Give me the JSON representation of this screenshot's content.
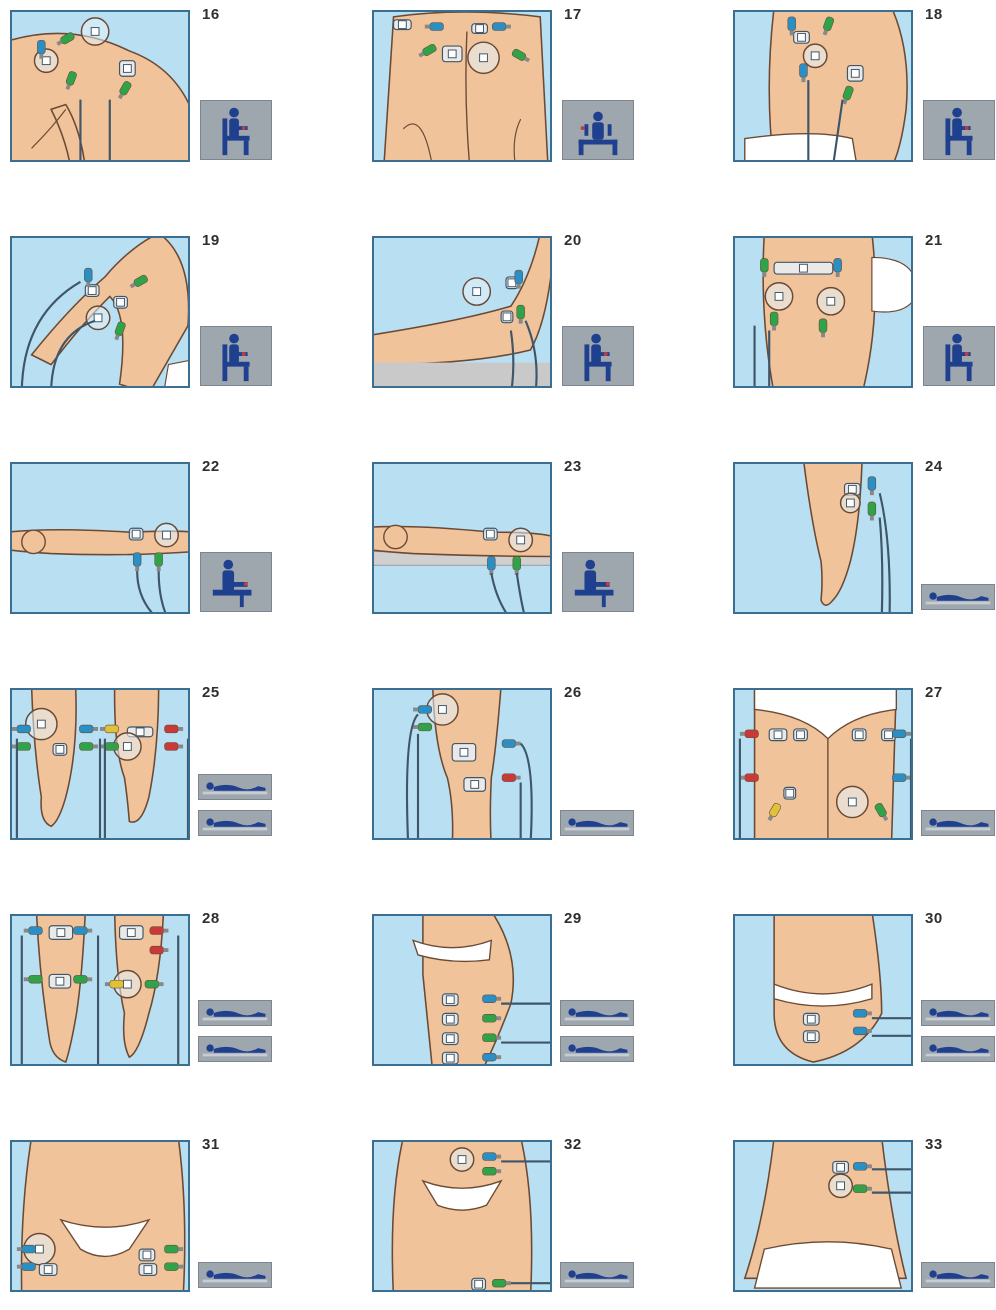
{
  "colors": {
    "panel_bg": "#b9e0f2",
    "panel_border": "#3b6f91",
    "skin": "#f0c39a",
    "skin_shadow": "#d9a271",
    "outline": "#6b4a35",
    "electrode_pad": "#e8f3fa",
    "cable": "#3f5668",
    "icon_bg": "#9ea6ae",
    "icon_figure": "#1f3f8f",
    "connector_blue": "#2a8fc4",
    "connector_green": "#2fa24a",
    "connector_red": "#c83a3a",
    "connector_yellow": "#e0c23a"
  },
  "panels": [
    {
      "number": "16",
      "scene": "shoulder-back",
      "position_icons": [
        "sitting-icon"
      ]
    },
    {
      "number": "17",
      "scene": "upper-back",
      "position_icons": [
        "sitting-front-icon"
      ]
    },
    {
      "number": "18",
      "scene": "shoulder-side",
      "position_icons": [
        "sitting-icon"
      ]
    },
    {
      "number": "19",
      "scene": "upper-arm",
      "position_icons": [
        "sitting-icon"
      ]
    },
    {
      "number": "20",
      "scene": "elbow-back",
      "position_icons": [
        "sitting-icon"
      ]
    },
    {
      "number": "21",
      "scene": "upper-arm-front",
      "position_icons": [
        "sitting-icon"
      ]
    },
    {
      "number": "22",
      "scene": "forearm-top",
      "position_icons": [
        "sitting-table-icon"
      ]
    },
    {
      "number": "23",
      "scene": "forearm-bottom",
      "position_icons": [
        "sitting-table-icon"
      ]
    },
    {
      "number": "24",
      "scene": "lower-leg",
      "position_icons": [
        "lying-icon"
      ]
    },
    {
      "number": "25",
      "scene": "calves",
      "position_icons": [
        "lying-icon",
        "lying-icon"
      ]
    },
    {
      "number": "26",
      "scene": "knee-front",
      "position_icons": [
        "lying-icon"
      ]
    },
    {
      "number": "27",
      "scene": "thighs-front",
      "position_icons": [
        "lying-icon"
      ]
    },
    {
      "number": "28",
      "scene": "legs-back",
      "position_icons": [
        "lying-icon",
        "lying-icon"
      ]
    },
    {
      "number": "29",
      "scene": "thigh-back",
      "position_icons": [
        "lying-icon",
        "lying-icon"
      ]
    },
    {
      "number": "30",
      "scene": "hip-side",
      "position_icons": [
        "lying-icon",
        "lying-icon"
      ]
    },
    {
      "number": "31",
      "scene": "buttocks",
      "position_icons": [
        "lying-icon"
      ]
    },
    {
      "number": "32",
      "scene": "lower-back-buttock",
      "position_icons": [
        "lying-icon"
      ]
    },
    {
      "number": "33",
      "scene": "lower-back",
      "position_icons": [
        "lying-icon"
      ]
    }
  ]
}
